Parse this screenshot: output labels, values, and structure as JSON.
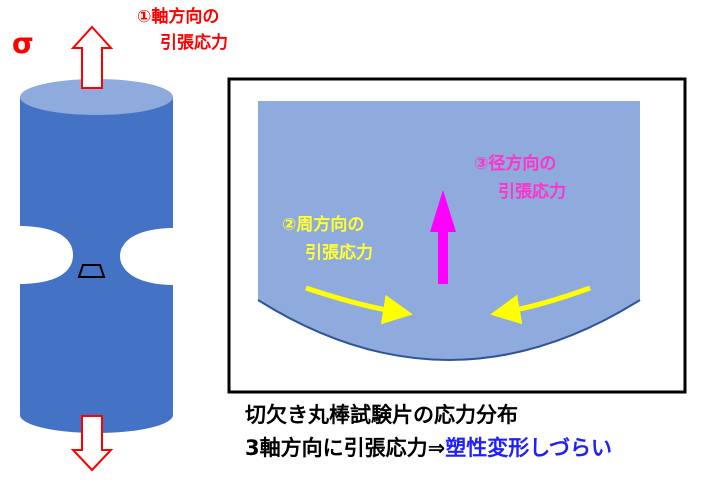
{
  "sigma": "σ",
  "axial": {
    "line1": "①軸方向の",
    "line2": "引張応力"
  },
  "radial": {
    "line1": "③径方向の",
    "line2": "引張応力"
  },
  "hoop": {
    "line1": "②周方向の",
    "line2": "引張応力"
  },
  "caption": {
    "line1": "切欠き丸棒試験片の応力分布",
    "line2_prefix": "3軸方向に引張応力⇒",
    "line2_highlight": "塑性変形しづらい"
  },
  "colors": {
    "cylinder": "#4472c4",
    "cylinder_top": "#8faadc",
    "arrow_red": "#ff0000",
    "radial": "#ff00ff",
    "hoop": "#ffff00"
  }
}
